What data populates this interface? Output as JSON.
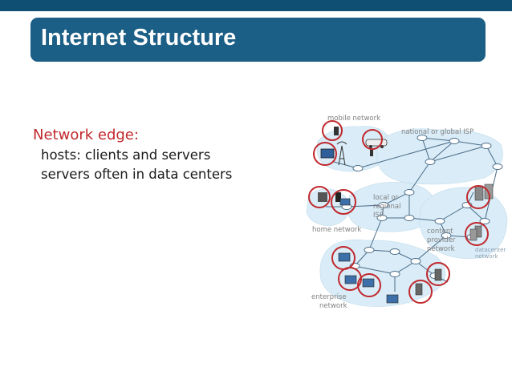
{
  "slide": {
    "title": "Internet Structure",
    "bullets": {
      "heading": "Network edge:",
      "lines": [
        "hosts: clients and servers",
        "servers often in data centers"
      ]
    }
  },
  "diagram": {
    "labels": {
      "mobile_network": "mobile network",
      "national_isp": "national or global ISP",
      "local_isp": [
        "local or",
        "regional",
        "ISP"
      ],
      "home_network": "home network",
      "content_provider": [
        "content",
        "provider",
        "network"
      ],
      "datacenter": [
        "datacenter",
        "network"
      ],
      "enterprise": [
        "enterprise",
        "network"
      ]
    },
    "colors": {
      "title_bar": "#1c5f86",
      "heading": "#c0282d",
      "highlight_circle": "#c0282d",
      "cloud": "#d9ecf7",
      "link": "#4a6b87"
    }
  }
}
